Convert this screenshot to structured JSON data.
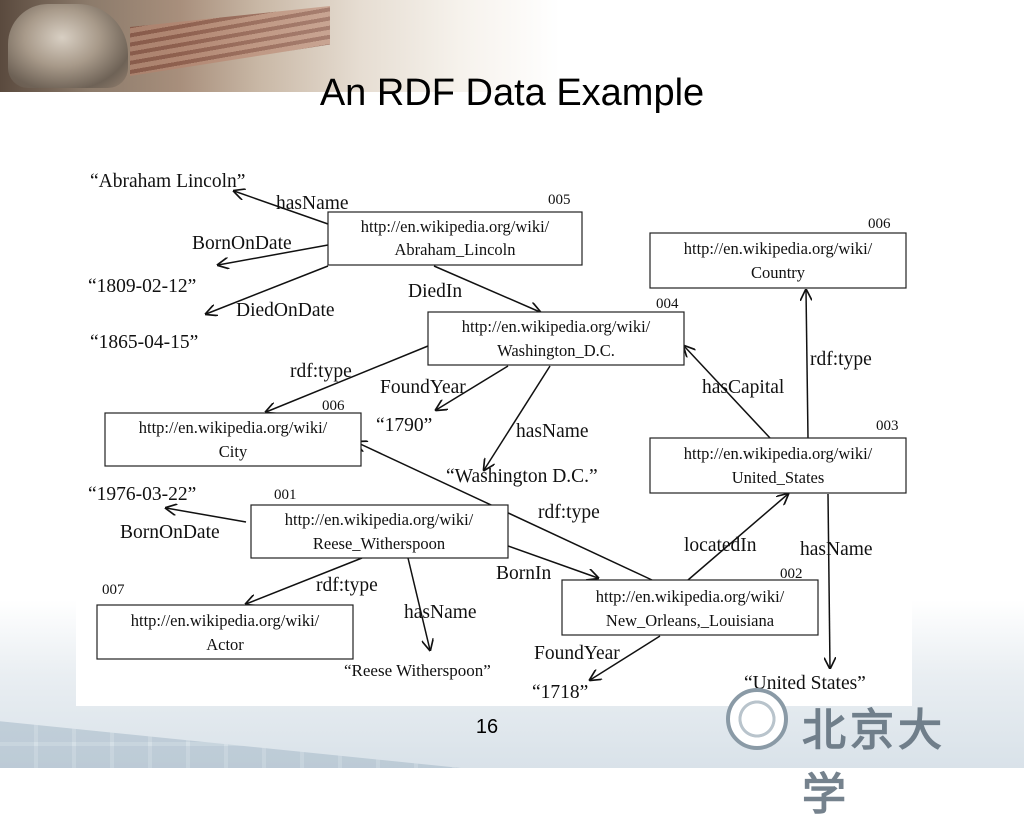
{
  "slide": {
    "title": "An RDF Data Example",
    "page_number": "16"
  },
  "logo": {
    "text": "北京大学",
    "seal_icon": "pku-seal-icon"
  },
  "nodes": [
    {
      "id": "005",
      "line1": "http://en.wikipedia.org/wiki/",
      "line2": "Abraham_Lincoln"
    },
    {
      "id": "006",
      "line1": "http://en.wikipedia.org/wiki/",
      "line2": "Country"
    },
    {
      "id": "004",
      "line1": "http://en.wikipedia.org/wiki/",
      "line2": "Washington_D.C."
    },
    {
      "id": "006",
      "line1": "http://en.wikipedia.org/wiki/",
      "line2": "City"
    },
    {
      "id": "003",
      "line1": "http://en.wikipedia.org/wiki/",
      "line2": "United_States"
    },
    {
      "id": "001",
      "line1": "http://en.wikipedia.org/wiki/",
      "line2": "Reese_Witherspoon"
    },
    {
      "id": "007",
      "line1": "http://en.wikipedia.org/wiki/",
      "line2": "Actor"
    },
    {
      "id": "002",
      "line1": "http://en.wikipedia.org/wiki/",
      "line2": "New_Orleans,_Louisiana"
    }
  ],
  "literals": [
    "“Abraham Lincoln”",
    "“1809-02-12”",
    "“1865-04-15”",
    "“1790”",
    "“Washington D.C.”",
    "“1976-03-22”",
    "“Reese Witherspoon”",
    "“1718”",
    "“United States”"
  ],
  "predicates": [
    "hasName",
    "BornOnDate",
    "DiedOnDate",
    "DiedIn",
    "rdf:type",
    "FoundYear",
    "hasName",
    "hasCapital",
    "rdf:type",
    "BornOnDate",
    "rdf:type",
    "rdf:type",
    "locatedIn",
    "hasName",
    "BornIn",
    "hasName",
    "FoundYear"
  ]
}
